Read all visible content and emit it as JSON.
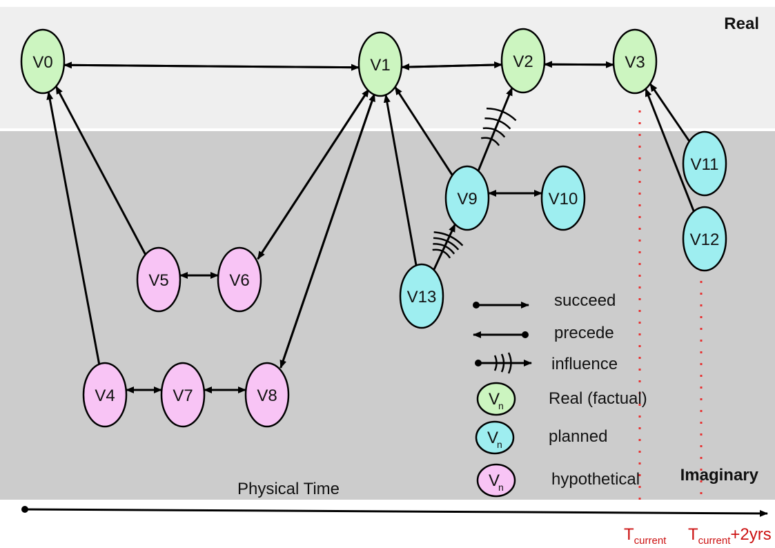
{
  "regions": {
    "real": "Real",
    "imaginary": "Imaginary"
  },
  "nodes": [
    {
      "id": "V0",
      "label": "V0",
      "kind": "real"
    },
    {
      "id": "V1",
      "label": "V1",
      "kind": "real"
    },
    {
      "id": "V2",
      "label": "V2",
      "kind": "real"
    },
    {
      "id": "V3",
      "label": "V3",
      "kind": "real"
    },
    {
      "id": "V4",
      "label": "V4",
      "kind": "hypothetical"
    },
    {
      "id": "V5",
      "label": "V5",
      "kind": "hypothetical"
    },
    {
      "id": "V6",
      "label": "V6",
      "kind": "hypothetical"
    },
    {
      "id": "V7",
      "label": "V7",
      "kind": "hypothetical"
    },
    {
      "id": "V8",
      "label": "V8",
      "kind": "hypothetical"
    },
    {
      "id": "V9",
      "label": "V9",
      "kind": "planned"
    },
    {
      "id": "V10",
      "label": "V10",
      "kind": "planned"
    },
    {
      "id": "V11",
      "label": "V11",
      "kind": "planned"
    },
    {
      "id": "V12",
      "label": "V12",
      "kind": "planned"
    },
    {
      "id": "V13",
      "label": "V13",
      "kind": "planned"
    }
  ],
  "edges": [
    {
      "from": "V1",
      "to": "V0",
      "type": "arrow"
    },
    {
      "from": "V0",
      "to": "V1",
      "type": "arrow"
    },
    {
      "from": "V1",
      "to": "V2",
      "type": "arrow"
    },
    {
      "from": "V2",
      "to": "V1",
      "type": "arrow"
    },
    {
      "from": "V3",
      "to": "V2",
      "type": "arrow"
    },
    {
      "from": "V2",
      "to": "V3",
      "type": "arrow"
    },
    {
      "from": "V5",
      "to": "V0",
      "type": "arrow"
    },
    {
      "from": "V4",
      "to": "V0",
      "type": "arrow"
    },
    {
      "from": "V1",
      "to": "V6",
      "type": "arrow"
    },
    {
      "from": "V6",
      "to": "V1",
      "type": "arrow"
    },
    {
      "from": "V1",
      "to": "V8",
      "type": "arrow"
    },
    {
      "from": "V8",
      "to": "V1",
      "type": "arrow"
    },
    {
      "from": "V5",
      "to": "V6",
      "type": "arrow"
    },
    {
      "from": "V6",
      "to": "V5",
      "type": "arrow"
    },
    {
      "from": "V4",
      "to": "V7",
      "type": "arrow"
    },
    {
      "from": "V7",
      "to": "V4",
      "type": "arrow"
    },
    {
      "from": "V7",
      "to": "V8",
      "type": "arrow"
    },
    {
      "from": "V8",
      "to": "V7",
      "type": "arrow"
    },
    {
      "from": "V9",
      "to": "V1",
      "type": "arrow"
    },
    {
      "from": "V13",
      "to": "V1",
      "type": "arrow"
    },
    {
      "from": "V9",
      "to": "V10",
      "type": "arrow"
    },
    {
      "from": "V10",
      "to": "V9",
      "type": "arrow"
    },
    {
      "from": "V11",
      "to": "V3",
      "type": "arrow"
    },
    {
      "from": "V12",
      "to": "V3",
      "type": "arrow"
    },
    {
      "from": "V9",
      "to": "V2",
      "type": "influence"
    },
    {
      "from": "V13",
      "to": "V9",
      "type": "influence"
    }
  ],
  "legend": {
    "succeed": "succeed",
    "precede": "precede",
    "influence": "influence",
    "node_symbol": "V",
    "node_subscript": "n",
    "real": "Real (factual)",
    "planned": "planned",
    "hypothetical": "hypothetical"
  },
  "axis": {
    "label": "Physical Time"
  },
  "time_marks": [
    {
      "main": "T",
      "sub": "current",
      "suffix": ""
    },
    {
      "main": "T",
      "sub": "current",
      "suffix": "+2yrs"
    }
  ],
  "colors": {
    "real_fill": "#ccf5c0",
    "planned_fill": "#9eeef0",
    "hypothetical_fill": "#f8c4f5",
    "real_band": "#efefef",
    "imaginary_band": "#cccccc",
    "time_mark": "#e83030"
  }
}
